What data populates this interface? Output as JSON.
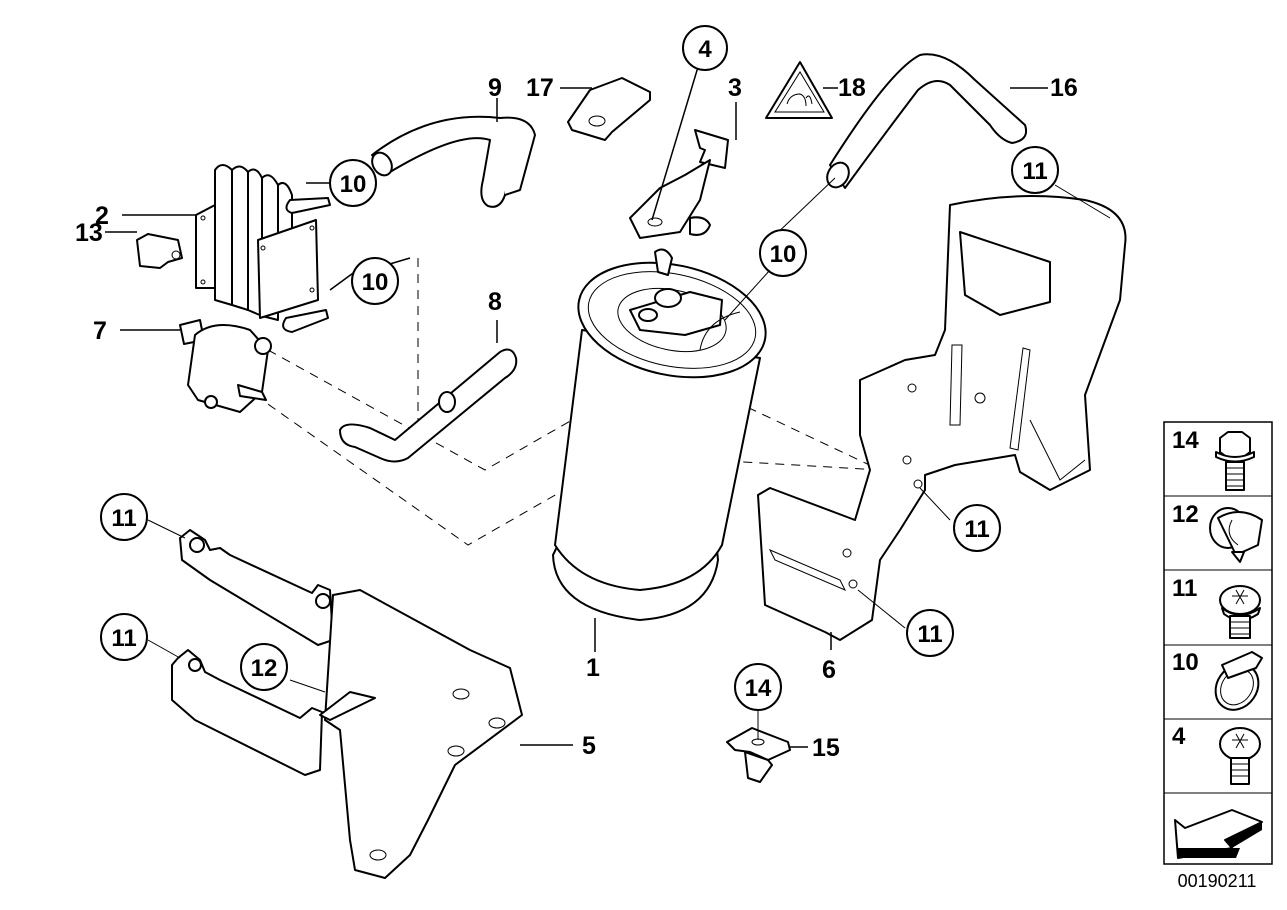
{
  "diagram": {
    "document_number": "00190211",
    "callouts": [
      {
        "id": "label-1",
        "text": "1",
        "style": "plain"
      },
      {
        "id": "label-2",
        "text": "2",
        "style": "plain"
      },
      {
        "id": "label-3",
        "text": "3",
        "style": "plain"
      },
      {
        "id": "label-4-top",
        "text": "4",
        "style": "circled"
      },
      {
        "id": "label-5",
        "text": "5",
        "style": "plain"
      },
      {
        "id": "label-6",
        "text": "6",
        "style": "plain"
      },
      {
        "id": "label-7",
        "text": "7",
        "style": "plain"
      },
      {
        "id": "label-8",
        "text": "8",
        "style": "plain"
      },
      {
        "id": "label-9",
        "text": "9",
        "style": "plain"
      },
      {
        "id": "label-10-a",
        "text": "10",
        "style": "circled"
      },
      {
        "id": "label-10-b",
        "text": "10",
        "style": "circled"
      },
      {
        "id": "label-10-c",
        "text": "10",
        "style": "circled"
      },
      {
        "id": "label-11-a",
        "text": "11",
        "style": "circled"
      },
      {
        "id": "label-11-b",
        "text": "11",
        "style": "circled"
      },
      {
        "id": "label-11-c",
        "text": "11",
        "style": "circled"
      },
      {
        "id": "label-11-d",
        "text": "11",
        "style": "circled"
      },
      {
        "id": "label-11-e",
        "text": "11",
        "style": "circled"
      },
      {
        "id": "label-12",
        "text": "12",
        "style": "circled"
      },
      {
        "id": "label-13",
        "text": "13",
        "style": "plain"
      },
      {
        "id": "label-14",
        "text": "14",
        "style": "circled"
      },
      {
        "id": "label-15",
        "text": "15",
        "style": "plain"
      },
      {
        "id": "label-16",
        "text": "16",
        "style": "plain"
      },
      {
        "id": "label-17",
        "text": "17",
        "style": "plain"
      },
      {
        "id": "label-18",
        "text": "18",
        "style": "plain"
      }
    ],
    "legend": [
      {
        "number": "14",
        "icon": "hex-bolt-icon"
      },
      {
        "number": "12",
        "icon": "clip-nut-icon"
      },
      {
        "number": "11",
        "icon": "torx-screw-washer-icon"
      },
      {
        "number": "10",
        "icon": "hose-clamp-icon"
      },
      {
        "number": "4",
        "icon": "torx-screw-icon"
      },
      {
        "number": "",
        "icon": "direction-arrow-icon"
      }
    ]
  }
}
